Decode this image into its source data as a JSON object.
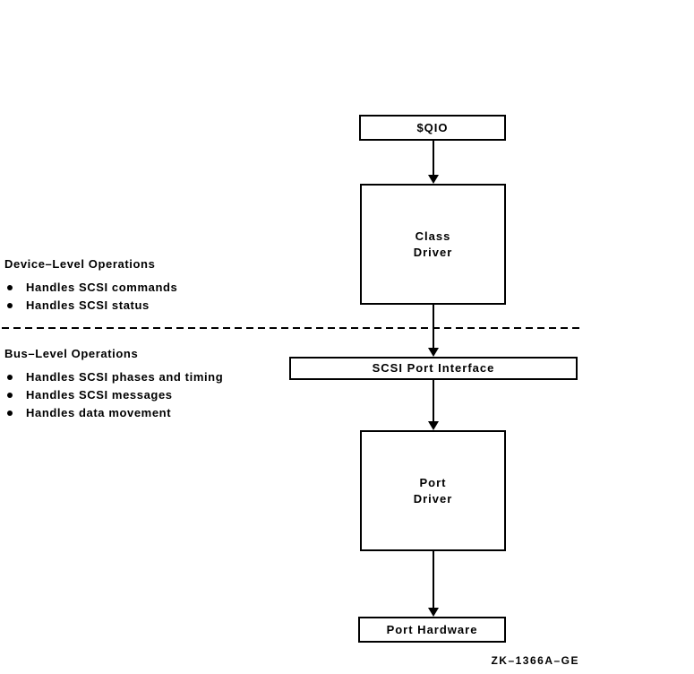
{
  "diagram": {
    "boxes": {
      "qio": {
        "label": "$QIO"
      },
      "class_driver": {
        "label": "Class\nDriver"
      },
      "scsi_port_interface": {
        "label": "SCSI Port Interface"
      },
      "port_driver": {
        "label": "Port\nDriver"
      },
      "port_hardware": {
        "label": "Port Hardware"
      }
    },
    "sections": {
      "device_level": {
        "heading": "Device–Level Operations",
        "bullets": [
          "Handles SCSI commands",
          "Handles SCSI status"
        ]
      },
      "bus_level": {
        "heading": "Bus–Level Operations",
        "bullets": [
          "Handles SCSI phases and timing",
          "Handles SCSI messages",
          "Handles data movement"
        ]
      }
    },
    "caption": "ZK–1366A–GE",
    "colors": {
      "line": "#000000",
      "background": "#ffffff"
    }
  }
}
